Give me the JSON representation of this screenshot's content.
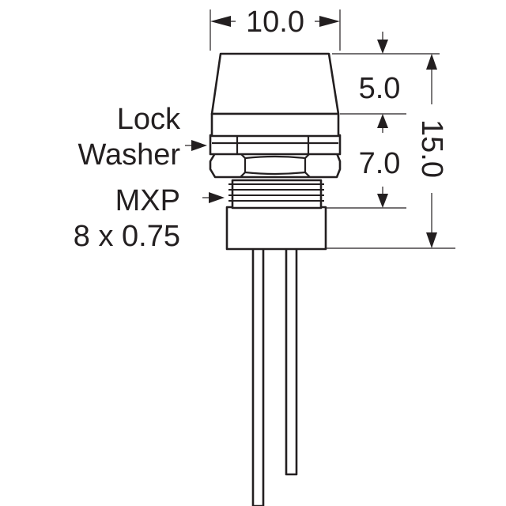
{
  "labels": {
    "lock_line1": "Lock",
    "lock_line2": "Washer",
    "thread_line1": "MXP",
    "thread_line2": "8 x 0.75"
  },
  "dimensions": {
    "width": "10.0",
    "cap_height": "5.0",
    "body_height": "7.0",
    "total_height": "15.0"
  },
  "colors": {
    "ink": "#231f20",
    "background": "#ffffff"
  }
}
